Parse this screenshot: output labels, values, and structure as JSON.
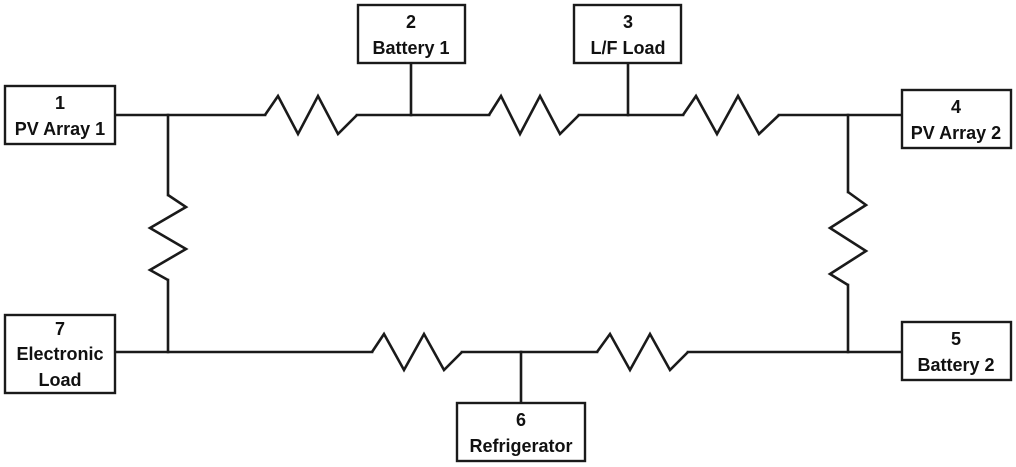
{
  "nodes": [
    {
      "id": "node-1",
      "number": "1",
      "lines": [
        "PV Array 1"
      ]
    },
    {
      "id": "node-2",
      "number": "2",
      "lines": [
        "Battery 1"
      ]
    },
    {
      "id": "node-3",
      "number": "3",
      "lines": [
        "L/F Load"
      ]
    },
    {
      "id": "node-4",
      "number": "4",
      "lines": [
        "PV Array 2"
      ]
    },
    {
      "id": "node-5",
      "number": "5",
      "lines": [
        "Battery 2"
      ]
    },
    {
      "id": "node-6",
      "number": "6",
      "lines": [
        "Refrigerator"
      ]
    },
    {
      "id": "node-7",
      "number": "7",
      "lines": [
        "Electronic",
        "Load"
      ]
    }
  ],
  "connections": [
    {
      "from": "1",
      "to": "2",
      "element": "resistor"
    },
    {
      "from": "2",
      "to": "3",
      "element": "resistor"
    },
    {
      "from": "3",
      "to": "4",
      "element": "resistor"
    },
    {
      "from": "4",
      "to": "5",
      "element": "resistor"
    },
    {
      "from": "5",
      "to": "6",
      "element": "resistor"
    },
    {
      "from": "6",
      "to": "7",
      "element": "resistor"
    },
    {
      "from": "7",
      "to": "1",
      "element": "resistor"
    }
  ]
}
